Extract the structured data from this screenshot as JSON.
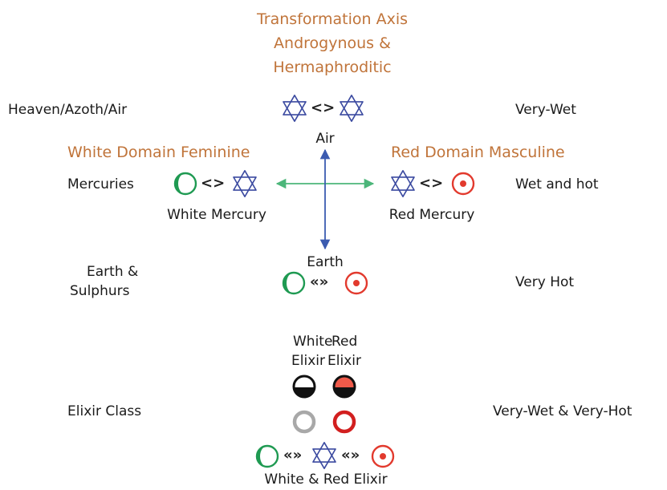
{
  "title": {
    "line1": "Transformation Axis",
    "line2": "Androgynous &",
    "line3": "Hermaphroditic"
  },
  "rows": {
    "air": {
      "left": "Heaven/Azoth/Air",
      "right": "Very-Wet",
      "center_label": "Air",
      "separator": "<>"
    },
    "mercuries": {
      "left": "Mercuries",
      "right": "Wet and hot",
      "white_domain": "White Domain Feminine",
      "red_domain": "Red Domain Masculine",
      "white_label": "White Mercury",
      "red_label": "Red Mercury",
      "separator": "<>"
    },
    "earth": {
      "left_line1": "Earth &",
      "left_line2": "Sulphurs",
      "right": "Very Hot",
      "center_label": "Earth",
      "separator": "«»"
    },
    "elixir": {
      "left": "Elixir Class",
      "right": "Very-Wet & Very-Hot",
      "white_top": "White",
      "white_bottom": "Elixir",
      "red_top": "Red",
      "red_bottom": "Elixir",
      "bottom_label": "White & Red Elixir",
      "separator": "«»"
    }
  },
  "colors": {
    "orange_text": "#c0743a",
    "star_blue": "#3b4aa0",
    "moon_green": "#1f9a52",
    "sun_red": "#e23a2e",
    "axis_green": "#4cb67a",
    "axis_blue": "#3b5bb0",
    "elixir_red_fill": "#ef5a4a",
    "elixir_gray": "#a8a8a8",
    "elixir_red_ring": "#d21f1f"
  },
  "icons": [
    "hexagram-icon",
    "crescent-moon-icon",
    "circumpunct-sun-icon",
    "half-filled-circle-icon",
    "ring-icon"
  ]
}
